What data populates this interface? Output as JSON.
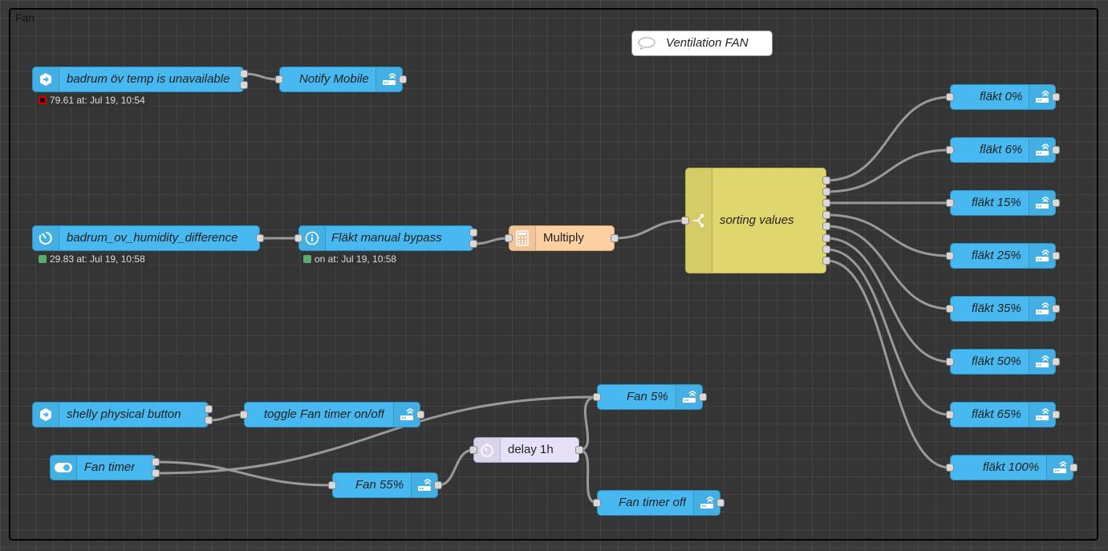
{
  "group": {
    "label": "Fan"
  },
  "comment": {
    "label": "Ventilation FAN",
    "icon": "comment-icon"
  },
  "colors": {
    "ha_node": "#47b9f0",
    "function": "#fdd0a2",
    "switch": "#dfd76d",
    "delay": "#e6e0f8",
    "status_red": "#cc0000",
    "status_green": "#5aaa6f"
  },
  "nodes": {
    "temp_unavailable": {
      "label": "badrum öv temp is unavailable",
      "icon": "home-assistant-icon",
      "status": "79.61 at: Jul 19, 10:54"
    },
    "notify_mobile": {
      "label": "Notify Mobile",
      "icon": "router-icon"
    },
    "humidity_diff": {
      "label": "badrum_ov_humidity_difference",
      "icon": "state-change-icon",
      "status": "29.83 at: Jul 19, 10:58"
    },
    "manual_bypass": {
      "label": "Fläkt manual bypass",
      "icon": "info-icon",
      "status": "on at: Jul 19, 10:58"
    },
    "multiply": {
      "label": "Multiply",
      "icon": "calculator-icon"
    },
    "sorting_values": {
      "label": "sorting values",
      "icon": "switch-icon"
    },
    "shelly_button": {
      "label": "shelly physical button",
      "icon": "home-assistant-icon"
    },
    "toggle_fan_timer": {
      "label": "toggle Fan timer on/off",
      "icon": "router-icon"
    },
    "fan_timer": {
      "label": "Fan timer",
      "icon": "toggle-icon"
    },
    "fan_5": {
      "label": "Fan 5%",
      "icon": "router-icon"
    },
    "fan_55": {
      "label": "Fan 55%",
      "icon": "router-icon"
    },
    "delay_1h": {
      "label": "delay 1h",
      "icon": "timer-icon"
    },
    "fan_timer_off": {
      "label": "Fan timer off",
      "icon": "router-icon"
    }
  },
  "outputs": [
    {
      "label": "fläkt 0%"
    },
    {
      "label": "fläkt 6%"
    },
    {
      "label": "fläkt 15%"
    },
    {
      "label": "fläkt 25%"
    },
    {
      "label": "fläkt 35%"
    },
    {
      "label": "fläkt 50%"
    },
    {
      "label": "fläkt 65%"
    },
    {
      "label": "fläkt 100%"
    }
  ]
}
